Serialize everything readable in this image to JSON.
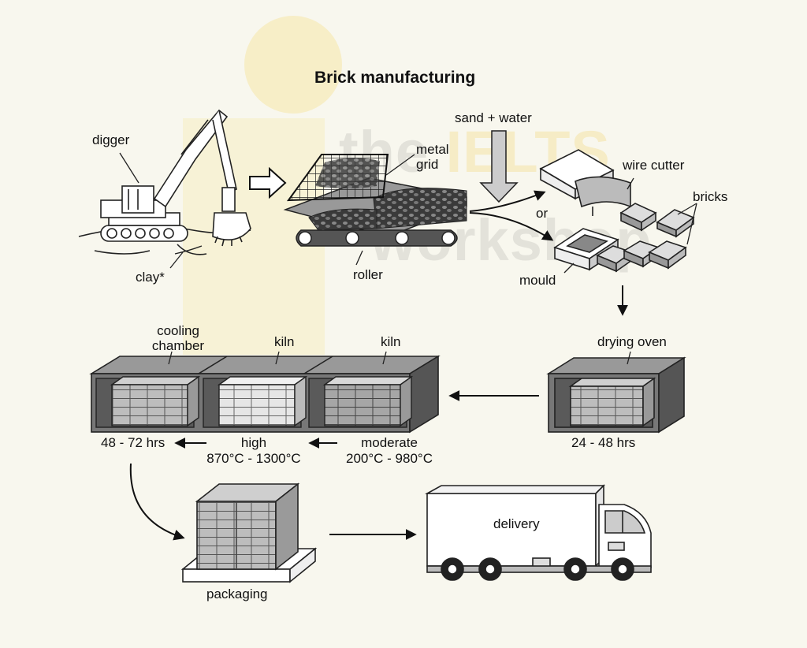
{
  "title": "Brick manufacturing",
  "watermark": {
    "line1a": "the ",
    "line1b": "IELTS",
    "line2": "workshop"
  },
  "colors": {
    "background": "#f8f7ee",
    "watermark_yellow": "#f5d97a",
    "ink": "#111111",
    "kiln_grey": "#8e8e8e"
  },
  "labels": {
    "digger": "digger",
    "clay": "clay*",
    "metal_grid_1": "metal",
    "metal_grid_2": "grid",
    "roller": "roller",
    "sand_water": "sand + water",
    "or": "or",
    "wire_cutter": "wire cutter",
    "bricks": "bricks",
    "mould": "mould",
    "drying_oven": "drying oven",
    "kiln_1": "kiln",
    "kiln_2": "kiln",
    "cooling_chamber_1": "cooling",
    "cooling_chamber_2": "chamber",
    "drying_time": "24 - 48 hrs",
    "moderate": "moderate",
    "moderate_temp": "200°C - 980°C",
    "high": "high",
    "high_temp": "870°C - 1300°C",
    "cooling_time": "48 - 72 hrs",
    "packaging": "packaging",
    "delivery": "delivery"
  },
  "icons": [
    "digger-icon",
    "conveyor-icon",
    "metal-grid-icon",
    "mould-icon",
    "wire-cutter-icon",
    "drying-oven-icon",
    "kiln-icon",
    "cooling-chamber-icon",
    "brick-pallet-icon",
    "delivery-truck-icon"
  ]
}
